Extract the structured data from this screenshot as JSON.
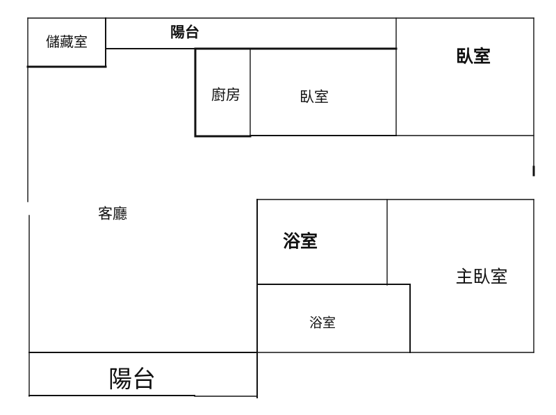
{
  "rooms": {
    "storage": "儲藏室",
    "balcony_top": "陽台",
    "kitchen": "廚房",
    "bedroom_middle": "臥室",
    "bedroom_right": "臥室",
    "living_room": "客廳",
    "bathroom_upper": "浴室",
    "bathroom_lower": "浴室",
    "master_bedroom": "主臥室",
    "balcony_bottom": "陽台"
  },
  "colors": {
    "wall": "#111111",
    "background": "#ffffff"
  }
}
